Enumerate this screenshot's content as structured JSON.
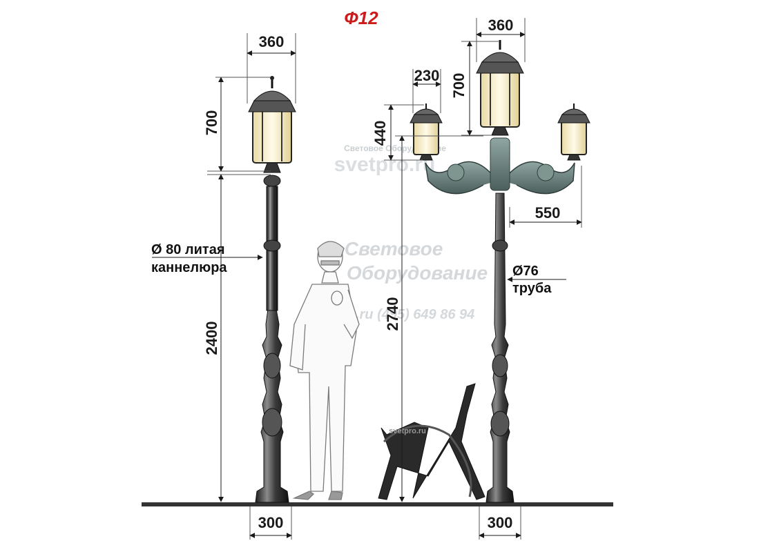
{
  "title": "Ф12",
  "colors": {
    "title": "#cc1b1b",
    "pole": "#3a3a3a",
    "lantern_glass": "#fff6d8",
    "arm": "#5f7572",
    "watermark": "#b8bec4",
    "ground": "#333333"
  },
  "watermarks": {
    "small_ru": "Световое Оборудование",
    "site": "svetpro.ru",
    "big_line1": "Световое",
    "big_line2": "Оборудование",
    "phone": "svetpro.ru (495) 649 86 94",
    "bench_mark": "svetpro.ru"
  },
  "left_lamp": {
    "width_top": "360",
    "lantern_height": "700",
    "pole_height": "2400",
    "base_width": "300",
    "pole_label_line1": "Ø 80 литая",
    "pole_label_line2": "каннелюра"
  },
  "right_lamp": {
    "width_top": "360",
    "center_lantern_height": "700",
    "side_lantern_width": "230",
    "side_lantern_height": "440",
    "total_height": "2740",
    "arm_reach": "550",
    "base_width": "300",
    "pole_label_line1": "Ø76",
    "pole_label_line2": "труба"
  },
  "icons": [
    "street-lamp-icon",
    "bench-icon",
    "person-silhouette-icon",
    "dimension-arrow-icon"
  ]
}
